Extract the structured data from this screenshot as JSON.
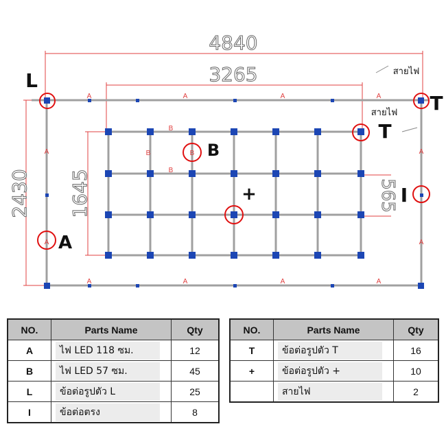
{
  "diagram": {
    "dimensions": {
      "outer_width": "4840",
      "inner_width": "3265",
      "outer_height": "2430",
      "inner_height": "1645",
      "side_gap": "565"
    },
    "wire_label": "สายไฟ",
    "callouts": {
      "L": "L",
      "T": "T",
      "A": "A",
      "B": "B",
      "I": "I",
      "plus": "+"
    },
    "segment_labels": {
      "A": "A",
      "B": "B"
    }
  },
  "colors": {
    "frame": "#a0a0a0",
    "joint": "#1c46b4",
    "dimension": "#e04040",
    "callout": "#e01010",
    "header": "#c4c4c4"
  },
  "table_left": {
    "headers": [
      "NO.",
      "Parts Name",
      "Qty"
    ],
    "rows": [
      {
        "no": "A",
        "name": "ไฟ LED 118 ซม.",
        "qty": "12"
      },
      {
        "no": "B",
        "name": "ไฟ LED 57 ซม.",
        "qty": "45"
      },
      {
        "no": "L",
        "name": "ข้อต่อรูปตัว L",
        "qty": "25"
      },
      {
        "no": "I",
        "name": "ข้อต่อตรง",
        "qty": "8"
      }
    ]
  },
  "table_right": {
    "headers": [
      "NO.",
      "Parts Name",
      "Qty"
    ],
    "rows": [
      {
        "no": "T",
        "name": "ข้อต่อรูปตัว T",
        "qty": "16"
      },
      {
        "no": "+",
        "name": "ข้อต่อรูปตัว +",
        "qty": "10"
      },
      {
        "no": "",
        "name": "สายไฟ",
        "qty": "2"
      }
    ]
  }
}
